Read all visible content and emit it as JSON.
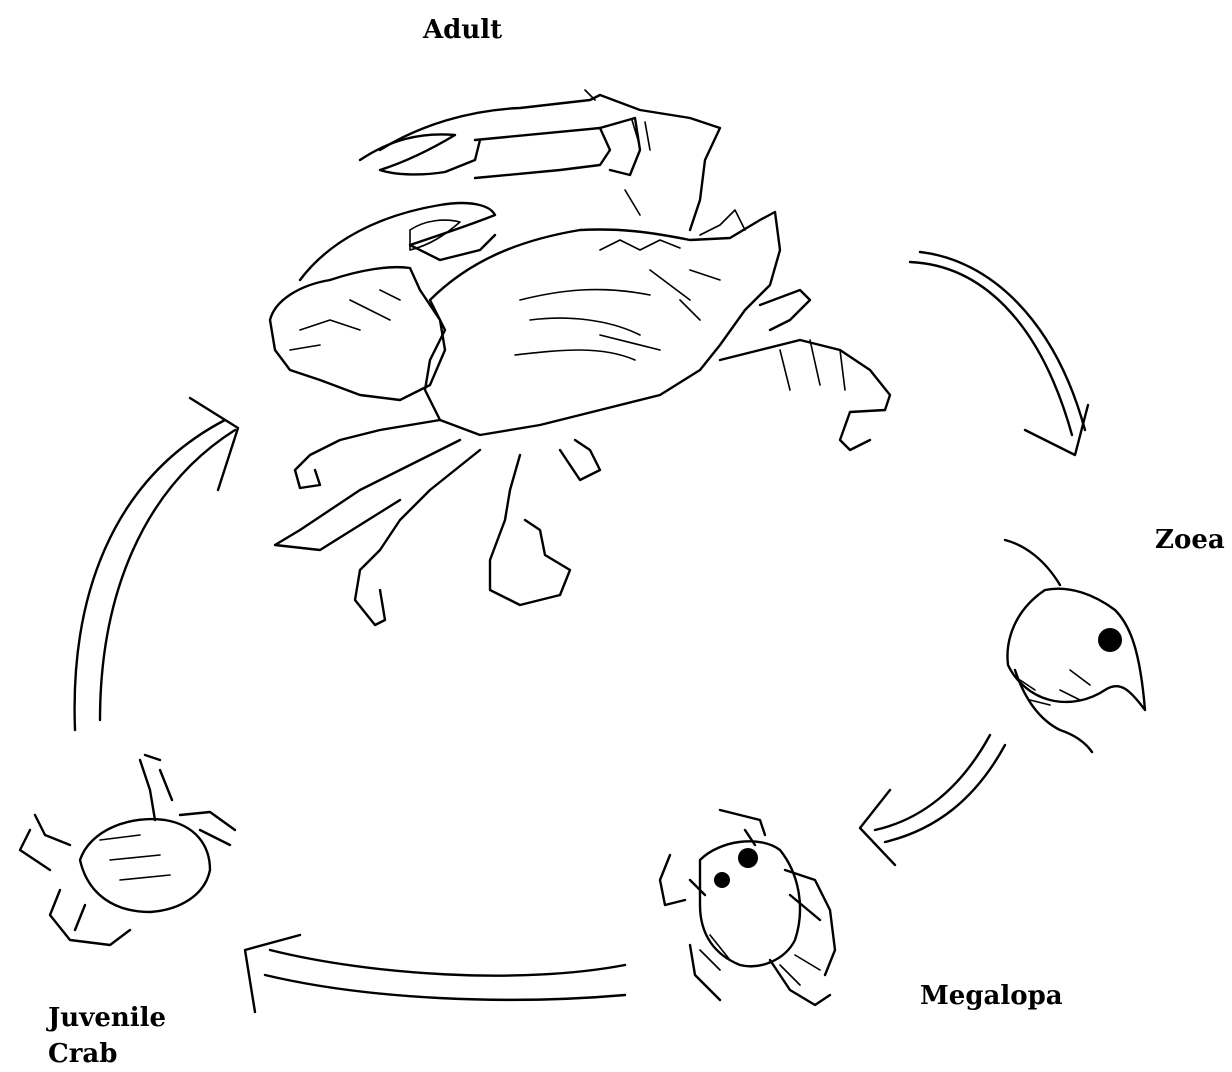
{
  "stages": {
    "adult": "Adult",
    "zoea": "Zoea",
    "megalopa": "Megalopa",
    "juvenile_line1": "Juvenile",
    "juvenile_line2": "Crab"
  },
  "colors": {
    "ink": "#000000",
    "background": "#ffffff"
  }
}
